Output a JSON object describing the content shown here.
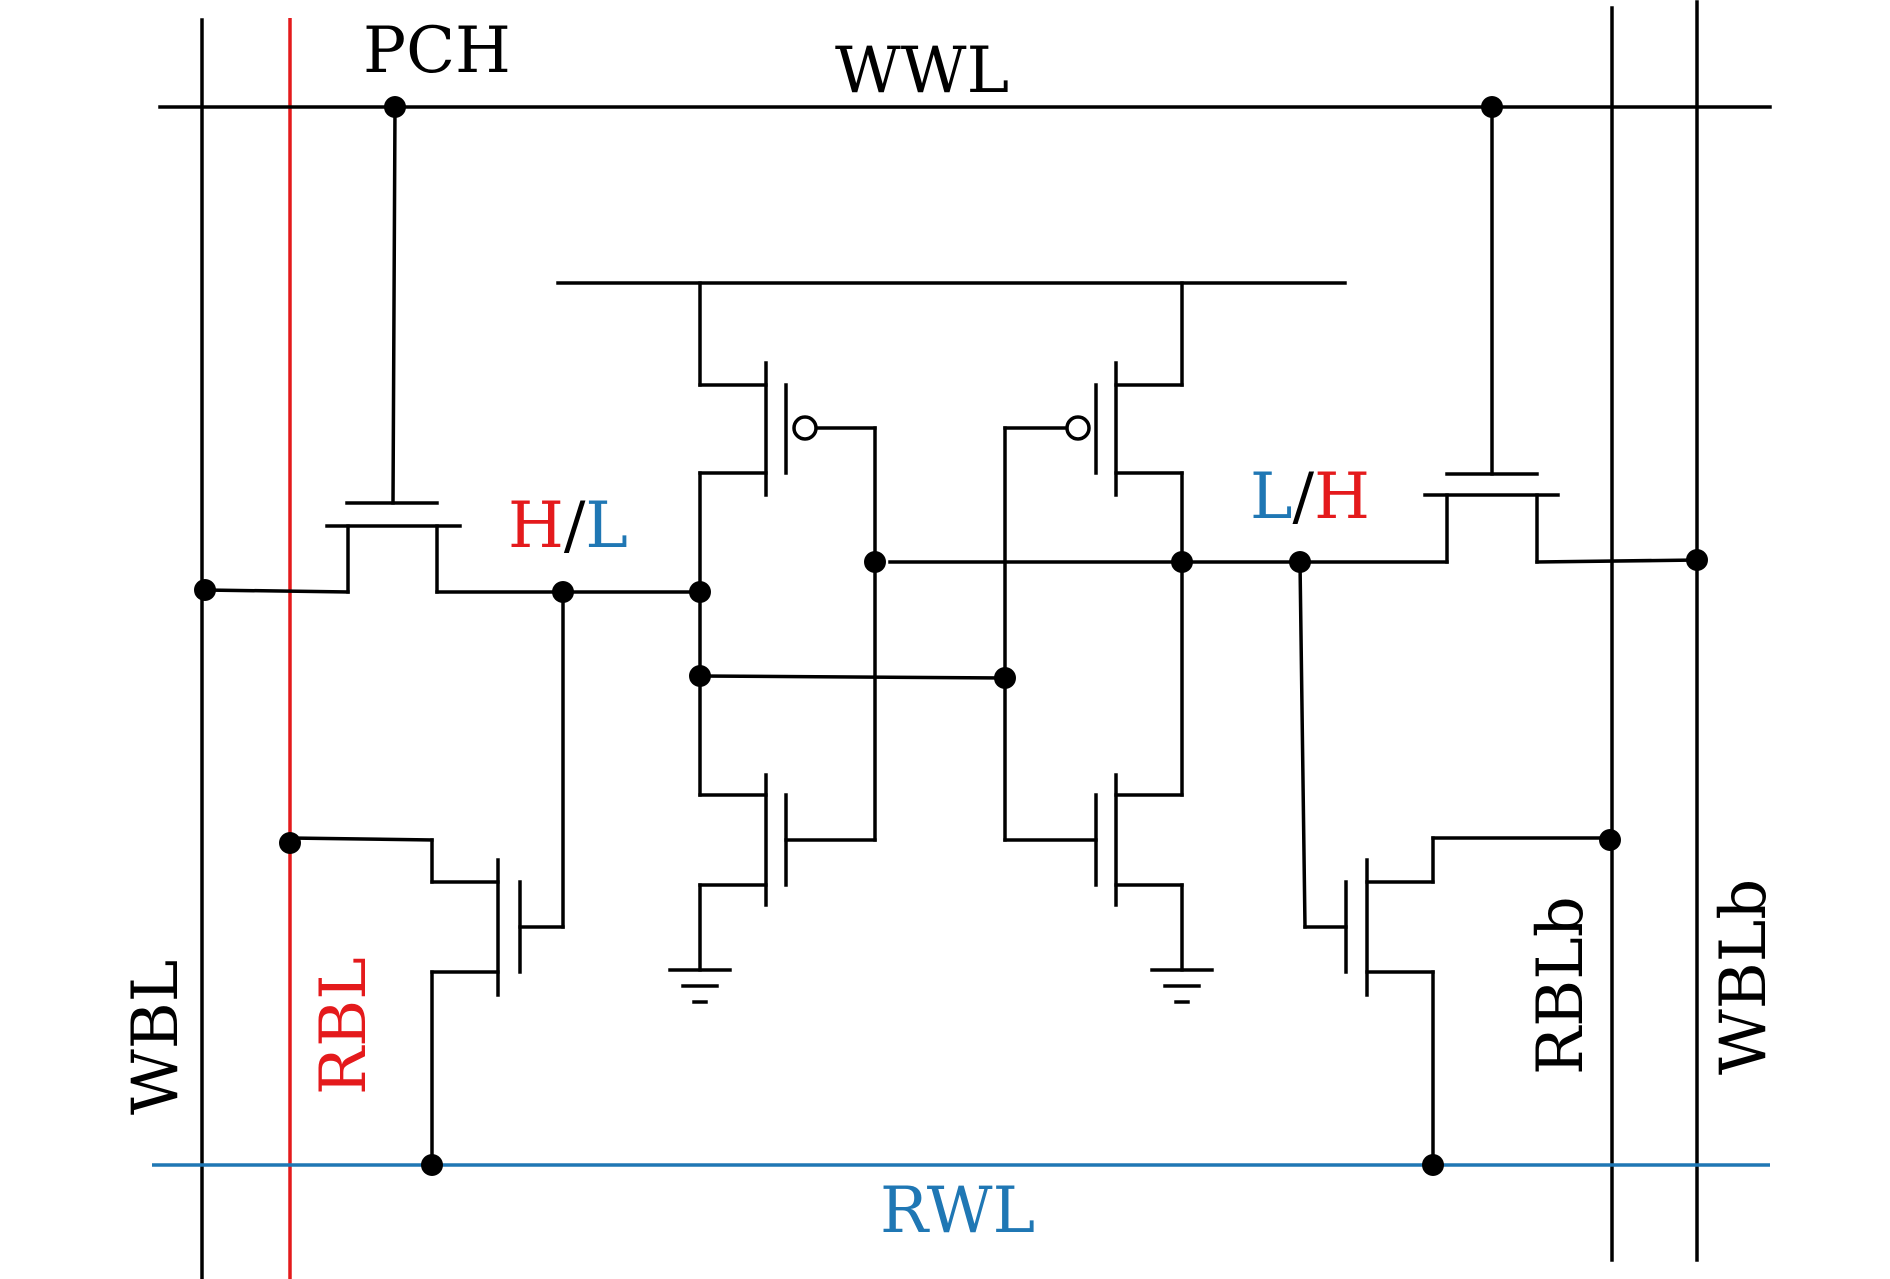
{
  "labels": {
    "pch": "PCH",
    "wwl": "WWL",
    "wbl": "WBL",
    "rbl": "RBL",
    "rblb": "RBLb",
    "wblb": "WBLb",
    "rwl": "RWL",
    "node_left": {
      "h": "H",
      "slash": "/",
      "l": "L"
    },
    "node_right": {
      "l": "L",
      "slash": "/",
      "h": "H"
    }
  },
  "colors": {
    "wire": "#000000",
    "rbl_line": "#e41a1c",
    "rwl_line": "#1f77b4",
    "high_label": "#e41a1c",
    "low_label": "#1f77b4"
  }
}
